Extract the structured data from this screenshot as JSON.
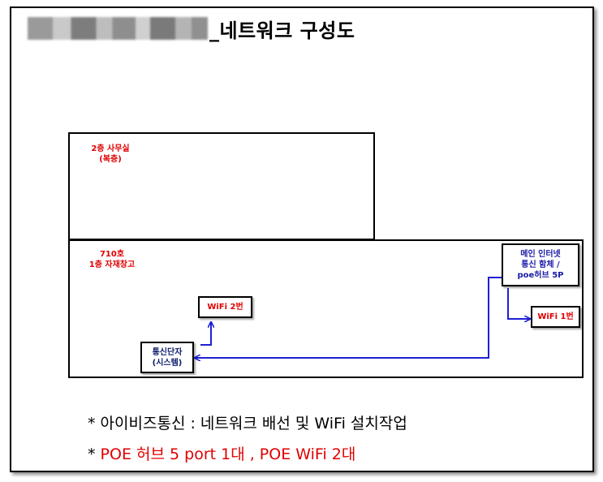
{
  "title": "_네트워크 구성도",
  "rooms": {
    "top": {
      "label_line1": "2층 사무실",
      "label_line2": "(복층)"
    },
    "main": {
      "label_line1": "710호",
      "label_line2": "1층 자재창고"
    }
  },
  "nodes": {
    "wifi2": "WiFi 2번",
    "wifi1": "WiFi 1번",
    "terminal": {
      "line1": "통신단자",
      "line2": "(시스템)"
    },
    "main_internet": {
      "line1": "메인 인터넷",
      "line2": "통신 함체 /",
      "line3": "poe허브 5P"
    }
  },
  "notes": {
    "line1": "* 아이비즈통신 : 네트워크 배선 및 WiFi  설치작업",
    "line2_prefix": "* ",
    "line2_text": "POE 허브 5 port 1대 , POE WiFi 2대"
  },
  "colors": {
    "wire": "#1f1fd6",
    "label_red": "#e00000",
    "node_text_blue": "#1a1aa8"
  }
}
